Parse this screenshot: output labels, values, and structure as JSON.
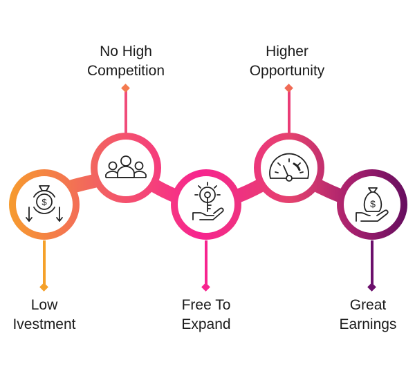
{
  "steps": [
    {
      "line1": "Low",
      "line2": "Ivestment",
      "icon": "money-bag-arrows-icon",
      "color": "#f5a12a"
    },
    {
      "line1": "No High",
      "line2": "Competition",
      "icon": "people-group-icon",
      "color": "#f04c7a"
    },
    {
      "line1": "Free To",
      "line2": "Expand",
      "icon": "hand-key-gear-icon",
      "color": "#f7248f"
    },
    {
      "line1": "Higher",
      "line2": "Opportunity",
      "icon": "speedometer-icon",
      "color": "#ea3c76"
    },
    {
      "line1": "Great",
      "line2": "Earnings",
      "icon": "hand-money-bag-icon",
      "color": "#6b0f6b"
    }
  ]
}
